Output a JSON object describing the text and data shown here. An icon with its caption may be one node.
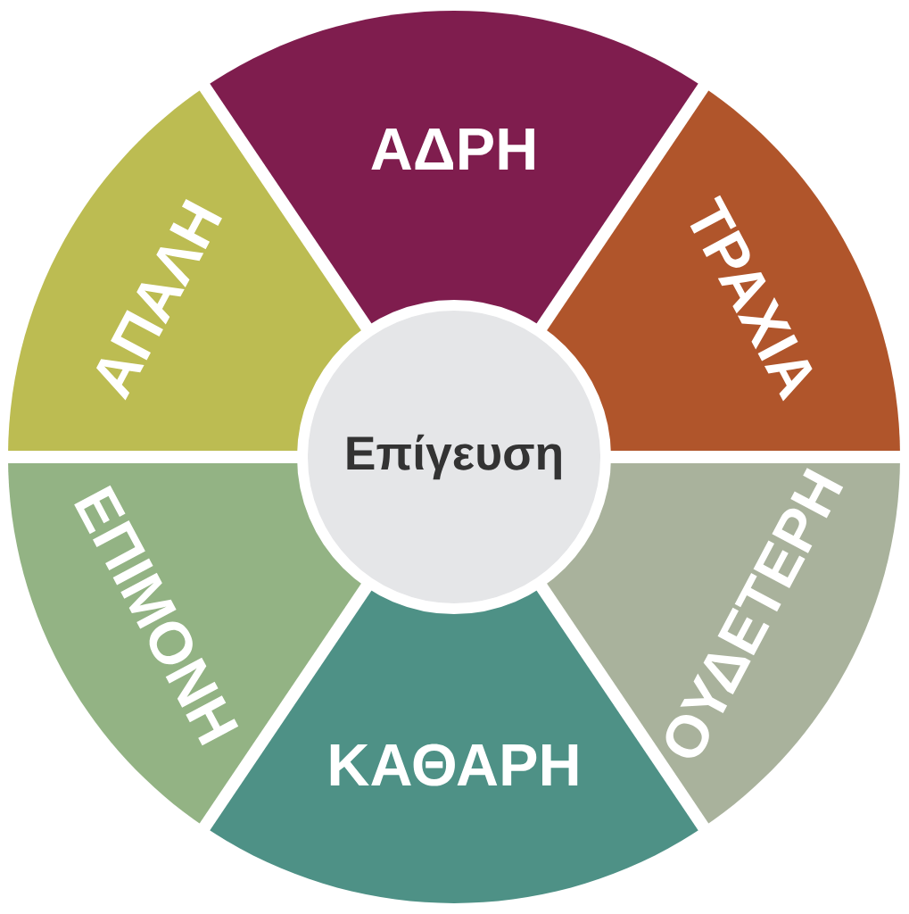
{
  "diagram": {
    "nodes": [
      {
        "text": [
          "ΑΔΡΗ"
        ]
      },
      {
        "text": [
          "ΑΠΑΛΗ"
        ]
      },
      {
        "text": [
          "ΤΡΑΧΙΑ"
        ]
      },
      {
        "text": [
          "Επίγευση"
        ]
      },
      {
        "text": [
          "ΕΠΙΜΟΝΗ"
        ]
      },
      {
        "text": [
          "ΟΥΔΕΤΕΡΗ"
        ]
      },
      {
        "text": [
          "ΚΑΘΑΡΗ"
        ]
      }
    ]
  }
}
